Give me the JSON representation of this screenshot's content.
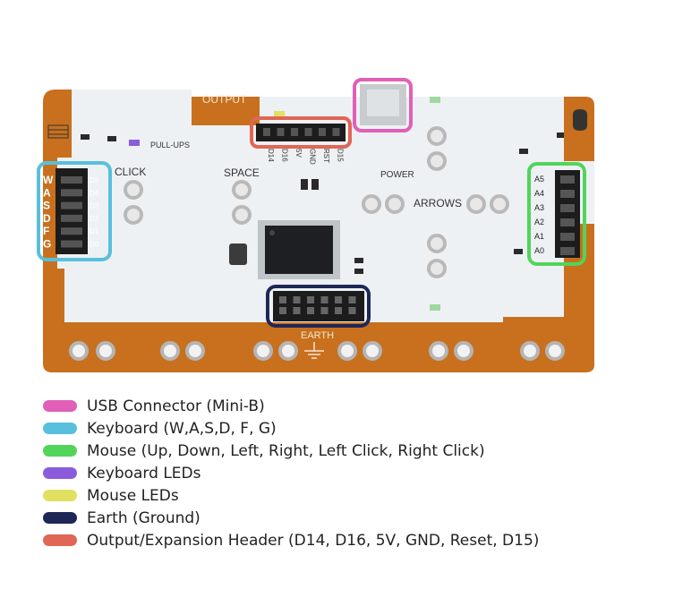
{
  "board": {
    "labels": {
      "output": "OUTPUT",
      "pull_ups": "PULL-UPS",
      "click": "CLICK",
      "space": "SPACE",
      "power": "POWER",
      "arrows": "ARROWS",
      "earth": "EARTH",
      "keys": [
        "W",
        "A",
        "S",
        "D",
        "F",
        "G"
      ],
      "key_pins": [
        "D5",
        "D4",
        "D3",
        "D2",
        "D1",
        "D0"
      ],
      "mouse_pins": [
        "A5",
        "A4",
        "A3",
        "A2",
        "A1",
        "A0"
      ],
      "header_pins": [
        "D14",
        "D16",
        "5V",
        "GND",
        "RST",
        "D15"
      ]
    },
    "colors": {
      "pcb": "#c8701e",
      "silk": "#eef1f4",
      "usb": "#e060b8",
      "keyboard": "#58c0dc",
      "mouse": "#52d45a",
      "keyboard_led": "#8a5cdc",
      "mouse_led": "#e2e060",
      "earth": "#1f2757",
      "output": "#e06656"
    }
  },
  "legend": [
    {
      "label": "USB Connector (Mini-B)",
      "color": "#e060b8"
    },
    {
      "label": "Keyboard (W,A,S,D, F, G)",
      "color": "#58c0dc"
    },
    {
      "label": "Mouse (Up, Down, Left, Right, Left Click, Right Click)",
      "color": "#52d45a"
    },
    {
      "label": "Keyboard LEDs",
      "color": "#8a5cdc"
    },
    {
      "label": "Mouse LEDs",
      "color": "#e2e060"
    },
    {
      "label": "Earth (Ground)",
      "color": "#1f2757"
    },
    {
      "label": "Output/Expansion Header (D14, D16, 5V, GND, Reset, D15)",
      "color": "#e06656"
    }
  ]
}
